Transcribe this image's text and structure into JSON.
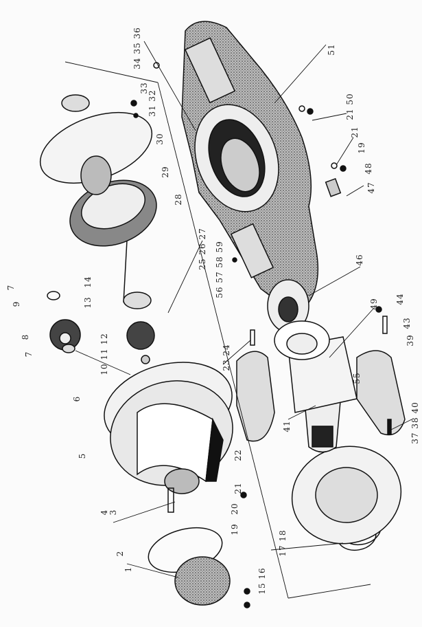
{
  "title": "Exploded view of drive axle assembly",
  "callouts": [
    {
      "id": "c1",
      "text": "34 35 36"
    },
    {
      "id": "c2",
      "text": "51"
    },
    {
      "id": "c3",
      "text": "33"
    },
    {
      "id": "c4",
      "text": "31 32"
    },
    {
      "id": "c5",
      "text": "30"
    },
    {
      "id": "c6",
      "text": "29"
    },
    {
      "id": "c7",
      "text": "28"
    },
    {
      "id": "c8",
      "text": "21 50"
    },
    {
      "id": "c9",
      "text": "21"
    },
    {
      "id": "c10",
      "text": "19"
    },
    {
      "id": "c11",
      "text": "48"
    },
    {
      "id": "c12",
      "text": "47"
    },
    {
      "id": "c13",
      "text": "25 26 27"
    },
    {
      "id": "c14",
      "text": "56 57 58 59"
    },
    {
      "id": "c15",
      "text": "46"
    },
    {
      "id": "c16",
      "text": "7"
    },
    {
      "id": "c17",
      "text": "9"
    },
    {
      "id": "c18",
      "text": "14"
    },
    {
      "id": "c19",
      "text": "13"
    },
    {
      "id": "c20",
      "text": "8"
    },
    {
      "id": "c21",
      "text": "7"
    },
    {
      "id": "c22",
      "text": "10 11 12"
    },
    {
      "id": "c23",
      "text": "49"
    },
    {
      "id": "c24",
      "text": "44"
    },
    {
      "id": "c25",
      "text": "43"
    },
    {
      "id": "c26",
      "text": "39"
    },
    {
      "id": "c27",
      "text": "23 24"
    },
    {
      "id": "c28",
      "text": "6"
    },
    {
      "id": "c29",
      "text": "55"
    },
    {
      "id": "c30",
      "text": "41"
    },
    {
      "id": "c31",
      "text": "5"
    },
    {
      "id": "c32",
      "text": "37 38 40"
    },
    {
      "id": "c33",
      "text": "22"
    },
    {
      "id": "c34",
      "text": "21"
    },
    {
      "id": "c35",
      "text": "20"
    },
    {
      "id": "c36",
      "text": "19"
    },
    {
      "id": "c37",
      "text": "4"
    },
    {
      "id": "c38",
      "text": "3"
    },
    {
      "id": "c39",
      "text": "2"
    },
    {
      "id": "c40",
      "text": "1"
    },
    {
      "id": "c41",
      "text": "15 16"
    },
    {
      "id": "c42",
      "text": "17 18"
    }
  ]
}
